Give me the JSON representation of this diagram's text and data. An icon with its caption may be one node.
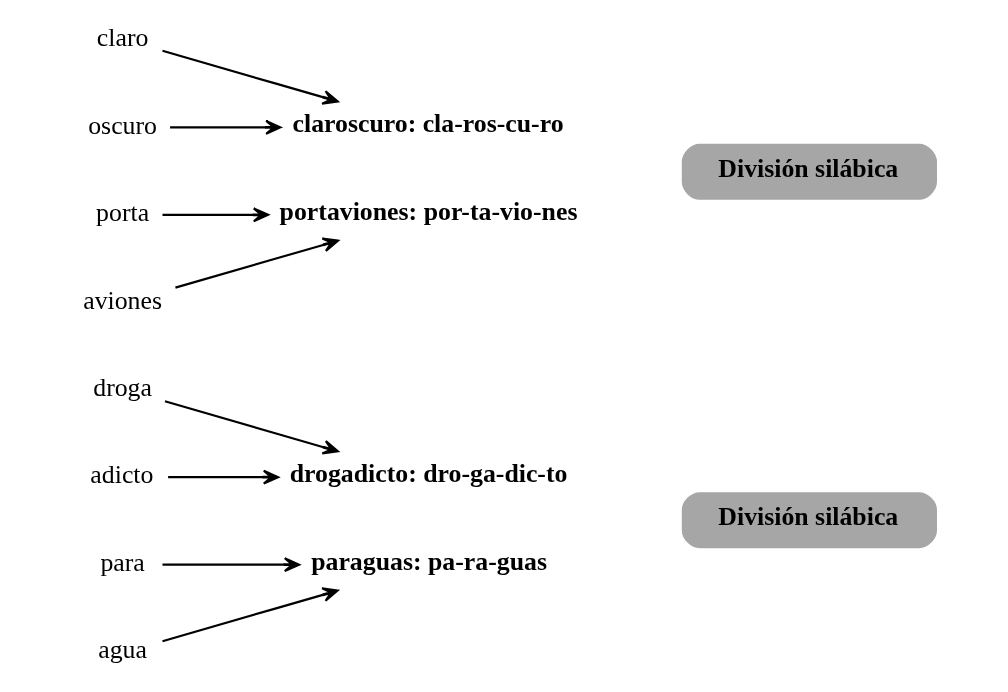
{
  "diagram": {
    "nodes": [
      {
        "text": [
          "droga"
        ]
      },
      {
        "text": [
          "adicto"
        ]
      },
      {
        "text": [
          "drogadicto: dro-ga-dic-to"
        ]
      },
      {
        "text": [
          "para"
        ]
      },
      {
        "text": [
          "agua"
        ]
      },
      {
        "text": [
          "paraguas: pa-ra-guas"
        ]
      },
      {
        "text": [
          "División silábica"
        ]
      },
      {
        "text": [
          "claro"
        ]
      },
      {
        "text": [
          "oscuro"
        ]
      },
      {
        "text": [
          "claroscuro: cla-ros-cu-ro"
        ]
      },
      {
        "text": [
          "porta"
        ]
      },
      {
        "text": [
          "aviones"
        ]
      },
      {
        "text": [
          "portaviones: por-ta-vio-nes"
        ]
      },
      {
        "text": [
          "División silábica"
        ]
      }
    ],
    "edges": [
      {
        "from": 0,
        "to": 2,
        "arrow": "to"
      },
      {
        "from": 1,
        "to": 2,
        "arrow": "to"
      },
      {
        "from": 3,
        "to": 5,
        "arrow": "to"
      },
      {
        "from": 4,
        "to": 5,
        "arrow": "to"
      },
      {
        "from": 7,
        "to": 9,
        "arrow": "to"
      },
      {
        "from": 8,
        "to": 9,
        "arrow": "to"
      },
      {
        "from": 10,
        "to": 12,
        "arrow": "to"
      },
      {
        "from": 11,
        "to": 12,
        "arrow": "to"
      }
    ]
  }
}
